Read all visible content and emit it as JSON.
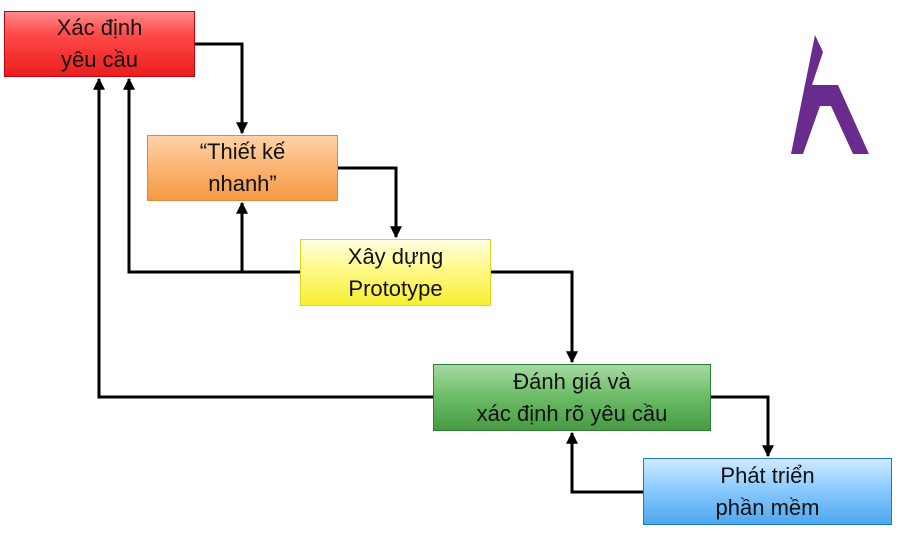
{
  "nodes": {
    "requirements": "Xác định\nyêu cầu",
    "quick_design": "“Thiết kế\nnhanh”",
    "build_prototype": "Xây dựng\nPrototype",
    "evaluate": "Đánh giá và\nxác định rõ yêu cầu",
    "develop": "Phát triển\nphần mềm"
  },
  "colors": {
    "requirements": "#ff3b3b",
    "quick_design": "#fbb472",
    "build_prototype": "#fff98a",
    "evaluate": "#6fbf6a",
    "develop": "#8ccbff",
    "arrows": "#000000",
    "logo": "#6a2c8c"
  },
  "icons": {
    "logo": "purple-h-logo"
  }
}
